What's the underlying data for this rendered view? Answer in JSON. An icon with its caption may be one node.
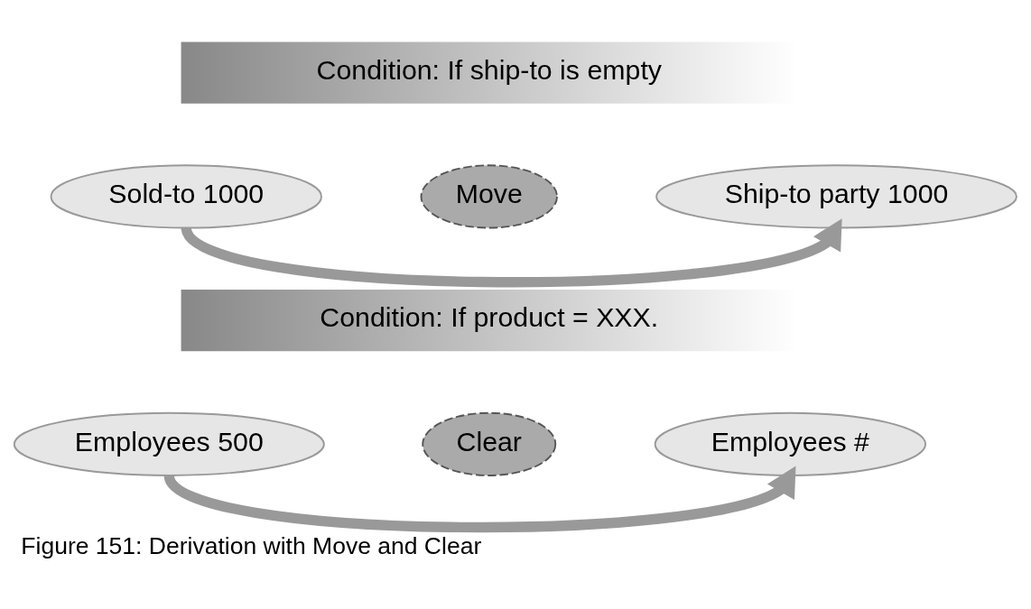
{
  "diagram": {
    "caption": "Figure 151: Derivation with Move and Clear",
    "nodes": [
      {
        "text": [
          "Condition: If ship-to is empty"
        ]
      },
      {
        "text": [
          "Sold-to 1000"
        ]
      },
      {
        "text": [
          "Move"
        ]
      },
      {
        "text": [
          "Ship-to party 1000"
        ]
      },
      {
        "text": [
          "Condition: If product = XXX."
        ]
      },
      {
        "text": [
          "Employees 500"
        ]
      },
      {
        "text": [
          "Clear"
        ]
      },
      {
        "text": [
          "Employees #"
        ]
      }
    ],
    "edges": [
      {
        "from": 1,
        "to": 3,
        "arrow": "to"
      },
      {
        "from": 5,
        "to": 7,
        "arrow": "to"
      }
    ]
  }
}
